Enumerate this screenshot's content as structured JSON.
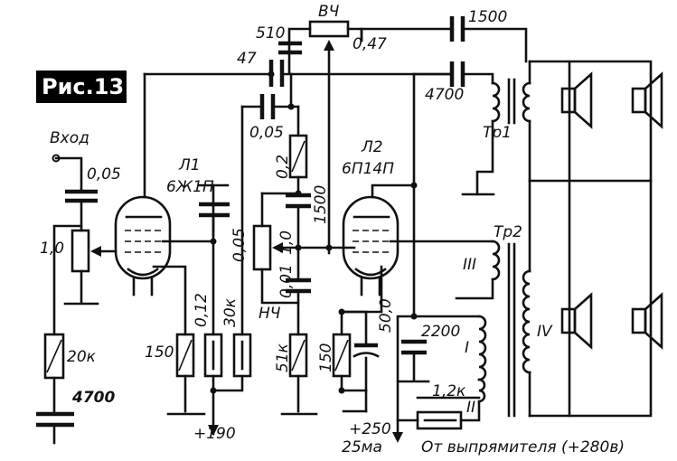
{
  "figure_label": "Рис.13",
  "input_label": "Вход",
  "tube1": {
    "ref": "Л1",
    "type": "6Ж1П"
  },
  "tube2": {
    "ref": "Л2",
    "type": "6П14П"
  },
  "controls": {
    "treble": "ВЧ",
    "bass": "НЧ"
  },
  "transformers": {
    "tr1": "Тр1",
    "tr2": "Тр2"
  },
  "windings": {
    "w1": "I",
    "w2": "II",
    "w3": "III",
    "w4": "IV"
  },
  "values": {
    "c_in": "0,05",
    "pot_in": "1,0",
    "r_grid": "20к",
    "c_grid": "4700",
    "r_cath1": "150",
    "r_screen1": "0,12",
    "r_anode1": "30к",
    "c_screen1": "0,05",
    "c_510": "510",
    "c_47": "47",
    "pot_vch": "0,47",
    "c_005b": "0,05",
    "r_02": "0,2",
    "c_1500a": "1500",
    "pot_nch": "1,0",
    "c_001": "0,01",
    "r_51k": "51к",
    "r_cath2": "150",
    "c_cath2": "50,0",
    "c_1500b": "1500",
    "c_4700b": "4700",
    "c_2200": "2200",
    "r_12k": "1,2к"
  },
  "supply": {
    "v190": "+190",
    "v250": "+250",
    "current": "25ма",
    "rectifier": "От выпрямителя (+280в)"
  }
}
